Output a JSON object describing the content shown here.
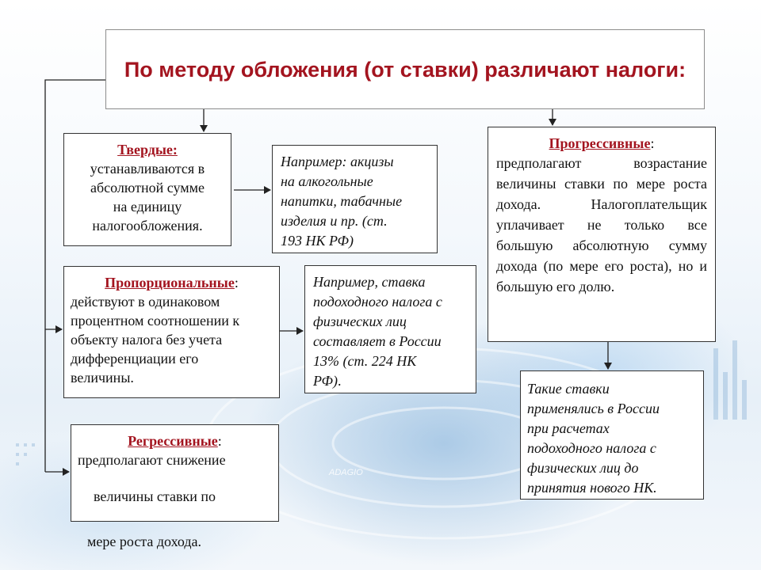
{
  "title": "По методу обложения (от ставки) различают налоги:",
  "hard": {
    "header": "Твердые:",
    "lines": [
      "устанавливаются в",
      "абсолютной сумме",
      "на единицу",
      "налогообложения."
    ]
  },
  "hard_example": {
    "lines": [
      "Например: акцизы",
      "на алкогольные",
      "напитки, табачные",
      "изделия и пр. (ст.",
      "193 НК РФ)"
    ]
  },
  "proportional": {
    "header": "Пропорциональные",
    "colon": ":",
    "lines": [
      "действуют в одинаковом",
      "процентном соотношении к",
      "объекту налога без учета",
      "дифференциации его",
      "величины."
    ]
  },
  "proportional_example": {
    "lines": [
      "Например, ставка",
      "подоходного налога с",
      "физических лиц",
      "составляет в России",
      "13% (ст. 224 НК",
      "РФ)",
      "."
    ]
  },
  "progressive": {
    "header": "Прогрессивные",
    "colon": ":",
    "text": "предполагают возрастание величины ставки по мере роста дохода. Налогоплательщик уплачивает не только все большую абсолютную сумму дохода (по мере его роста), но и большую его долю."
  },
  "progressive_example": {
    "lines": [
      "Такие ставки",
      "применялись в России",
      "при расчетах",
      "подоходного налога с",
      "физических лиц до",
      "принятия нового НК."
    ]
  },
  "regressive": {
    "header": "Регрессивные",
    "colon": ":",
    "lines": [
      "предполагают снижение",
      "величины ставки по",
      "мере роста дохода."
    ]
  },
  "background_watermark": "ADAGIO",
  "colors": {
    "accent": "#a3141f",
    "border": "#333333",
    "connector": "#222222"
  }
}
